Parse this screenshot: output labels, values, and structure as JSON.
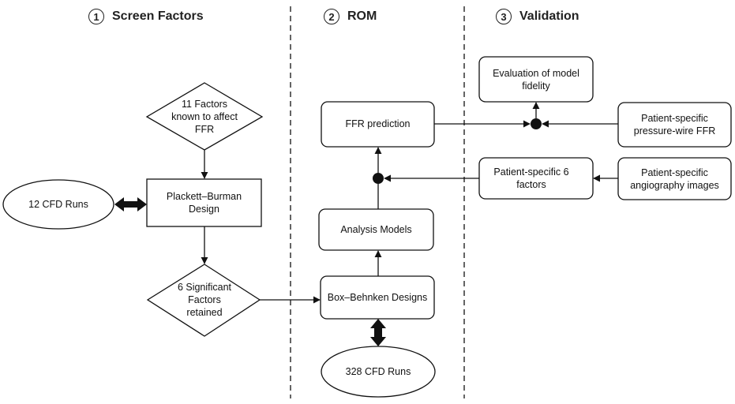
{
  "sections": [
    {
      "num": "1",
      "title": "Screen Factors"
    },
    {
      "num": "2",
      "title": "ROM"
    },
    {
      "num": "3",
      "title": "Validation"
    }
  ],
  "nodes": {
    "eleven_factors": "11 Factors known to affect FFR",
    "pb_runs": "12 CFD Runs",
    "plackett_burman": "Plackett–Burman Design",
    "significant": "6 Significant Factors retained",
    "box_behnken": "Box–Behnken Designs",
    "bb_runs": "328 CFD Runs",
    "analysis_models": "Analysis Models",
    "ffr_prediction": "FFR prediction",
    "evaluation": "Evaluation of model fidelity",
    "pressure_wire": "Patient-specific pressure-wire FFR",
    "six_factors": "Patient-specific 6 factors",
    "angiography": "Patient-specific angiography images"
  }
}
